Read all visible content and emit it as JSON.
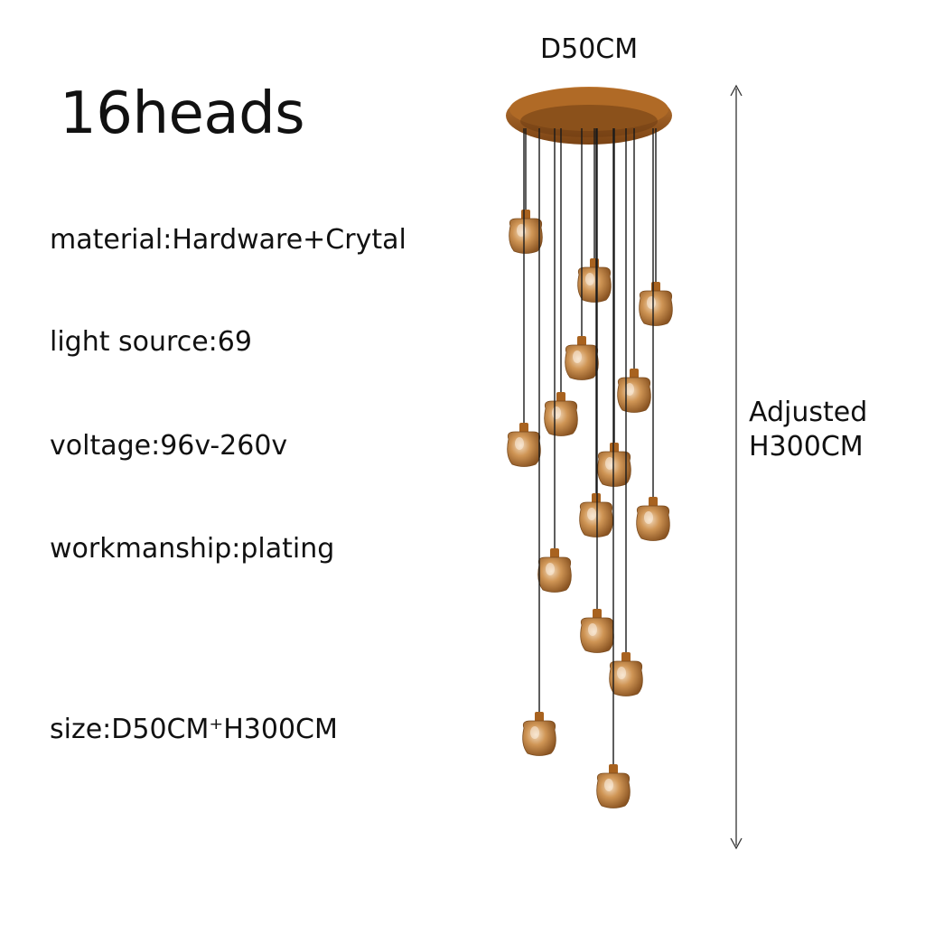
{
  "title": "16heads",
  "specs": [
    "material:Hardware+Crytal",
    "light source:69",
    "voltage:96v-260v",
    "workmanship:plating",
    "size:D50CM⁺H300CM"
  ],
  "diameter_label": "D50CM",
  "height_label": {
    "line1": "Adjusted",
    "line2": "H300CM"
  },
  "colors": {
    "brass": "#a8621f",
    "crystal": "#c98a48",
    "cord": "#1a1a1a"
  }
}
